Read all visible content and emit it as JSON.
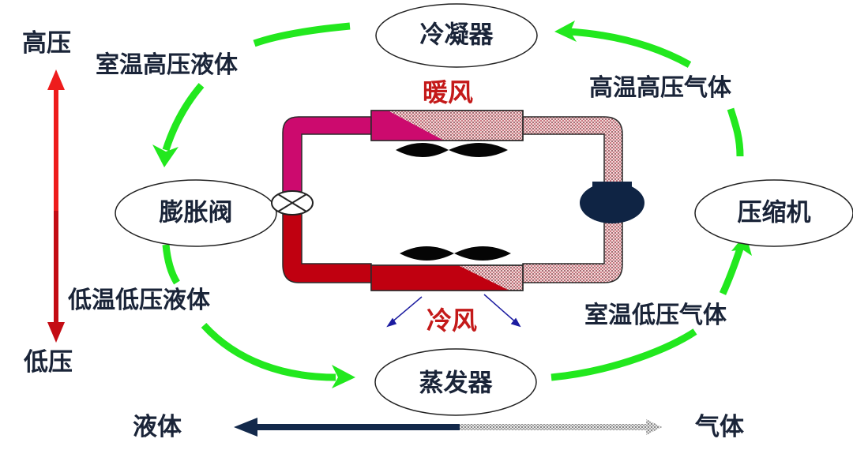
{
  "title": "空调制冷循环示意图",
  "colors": {
    "cycle_arrow": "#22e81e",
    "text_dark": "#1a2438",
    "wind_text": "#c41a1a",
    "pipe_high_liquid": "#cc0a6e",
    "pipe_low_liquid": "#c00010",
    "pipe_gas_pattern": "#e8b8b8",
    "compressor": "#0f2444",
    "pressure_arrow_high": "#ee1c1c",
    "pressure_arrow_low": "#c40c14",
    "state_arrow": "#13294b"
  },
  "components": {
    "condenser": "冷凝器",
    "expansion_valve": "膨胀阀",
    "evaporator": "蒸发器",
    "compressor": "压缩机"
  },
  "states": {
    "room_temp_high_pressure_liquid": "室温高压液体",
    "high_temp_high_pressure_gas": "高温高压气体",
    "low_temp_low_pressure_liquid": "低温低压液体",
    "room_temp_low_pressure_gas": "室温低压气体"
  },
  "wind": {
    "warm": "暖风",
    "cold": "冷风"
  },
  "pressure_axis": {
    "high": "高压",
    "low": "低压"
  },
  "phase_axis": {
    "liquid": "液体",
    "gas": "气体"
  }
}
